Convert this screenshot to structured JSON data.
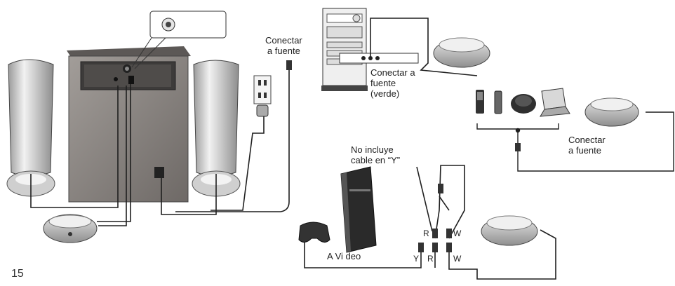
{
  "labels": {
    "conectar_fuente_1": "Conectar\na fuente",
    "conectar_fuente_pc": "Conectar a\nfuente\n(verde)",
    "conectar_fuente_2": "Conectar\na fuente",
    "no_incluye": "No incluye\ncable en “Y”",
    "a_video": "A Vi deo",
    "plug_r_top": "R",
    "plug_w_top": "W",
    "plug_y": "Y",
    "plug_r_bottom": "R",
    "plug_w_bottom": "W"
  },
  "page_number": "15",
  "colors": {
    "line": "#1f1f1f",
    "speaker_body": "#cfcfcf",
    "speaker_dark": "#3a3a3a",
    "subwoofer": "#8a8582",
    "pod": "#b9b9b9"
  }
}
